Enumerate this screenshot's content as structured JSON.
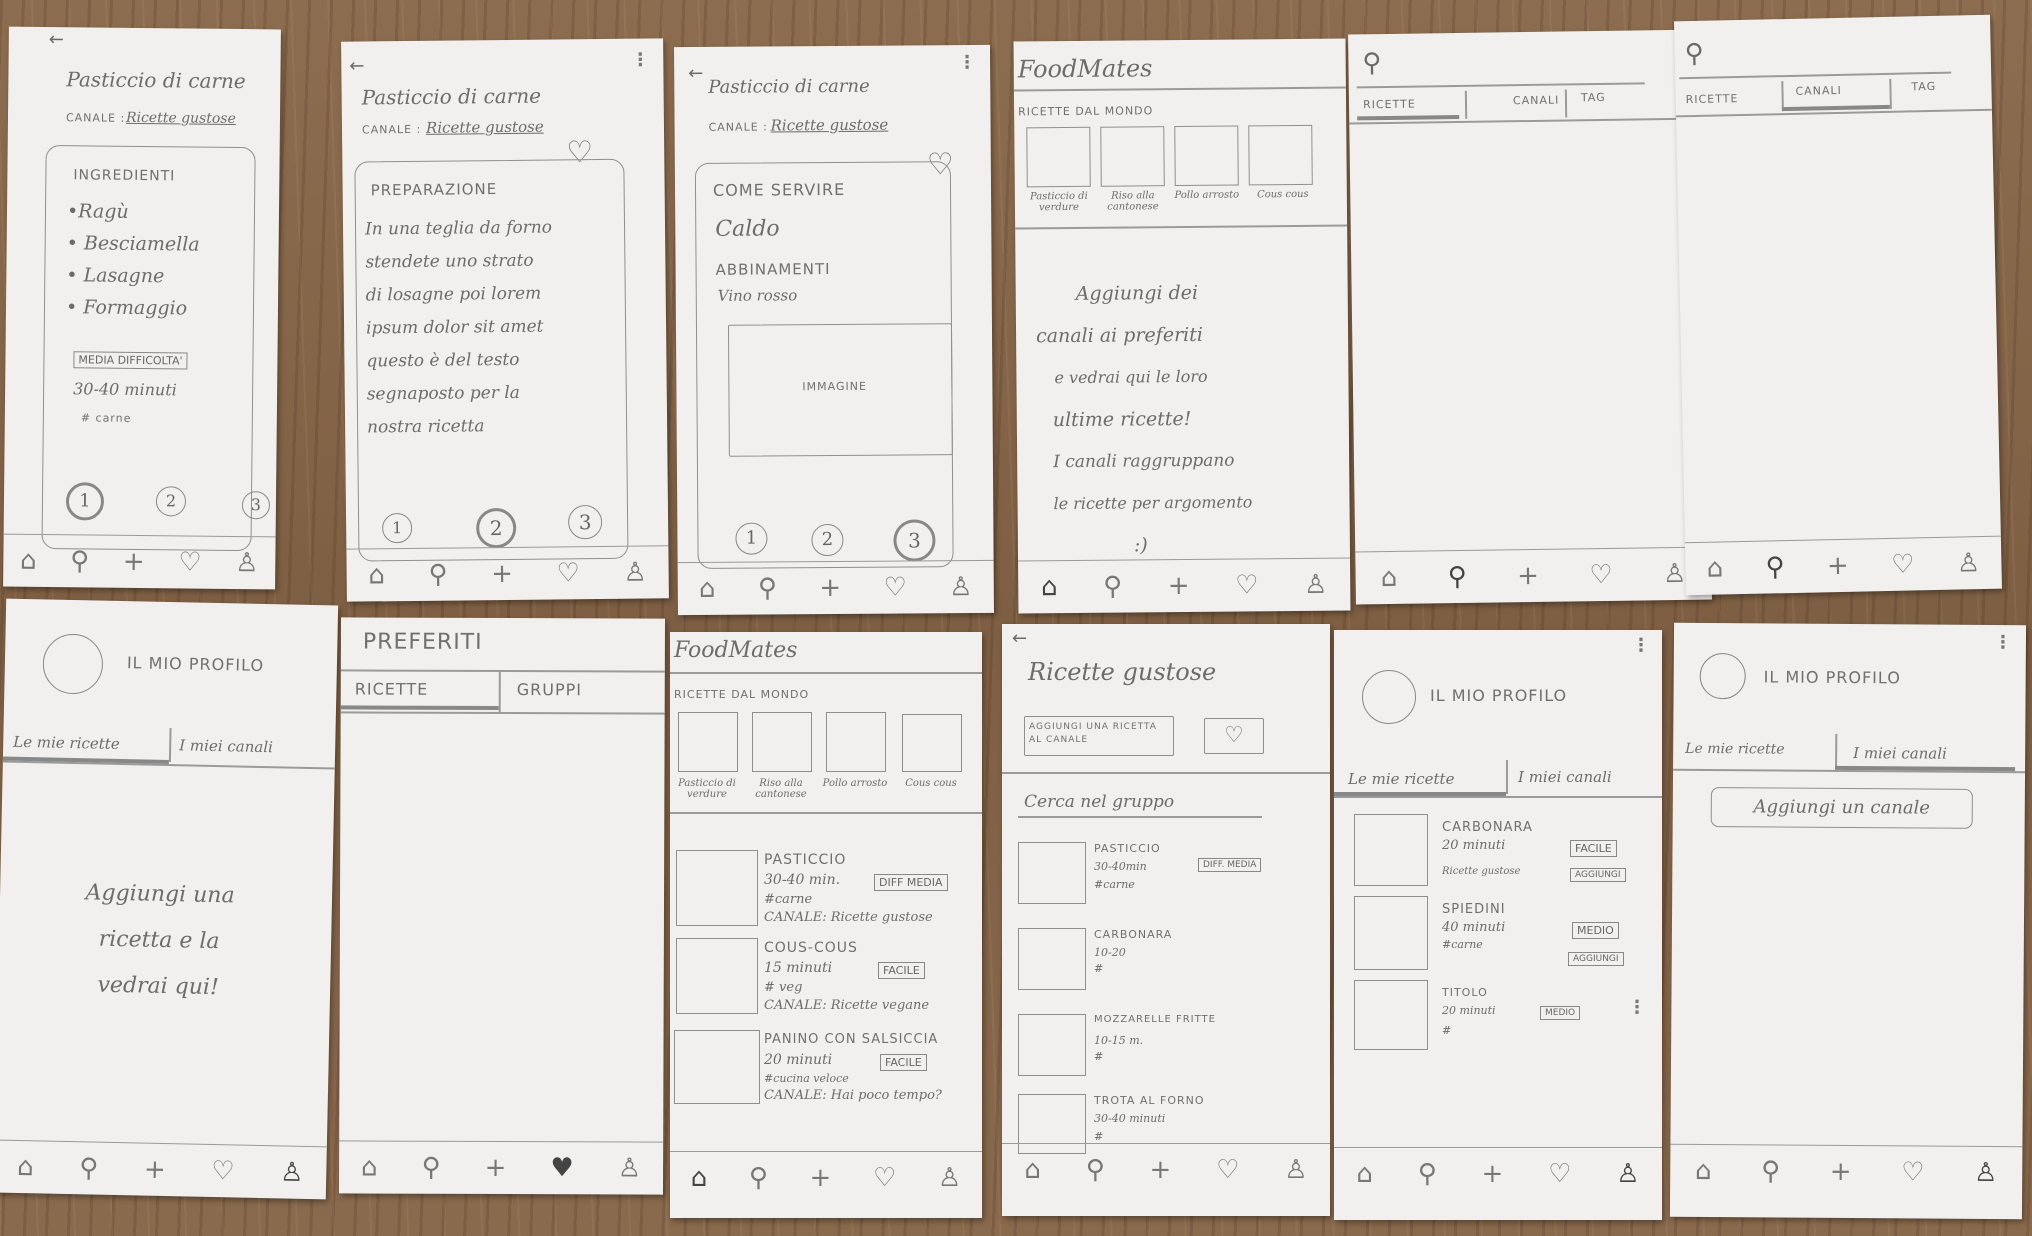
{
  "s1": {
    "title": "Pasticcio di carne",
    "canale_label": "CANALE :",
    "canale_value": "Ricette gustose",
    "section": "INGREDIENTI",
    "items": [
      "•Ragù",
      "• Besciamella",
      "• Lasagne",
      "• Formaggio"
    ],
    "difficulty": "MEDIA DIFFICOLTA'",
    "time": "30-40 minuti",
    "hashtag": "# carne",
    "pages": [
      "1",
      "2",
      "3"
    ]
  },
  "s2": {
    "title": "Pasticcio di carne",
    "canale_label": "CANALE :",
    "canale_value": "Ricette gustose",
    "section": "PREPARAZIONE",
    "text_lines": [
      "In una teglia da forno",
      "stendete uno strato",
      "di losagne poi lorem",
      "ipsum dolor sit amet",
      "questo è del testo",
      "segnaposto per la",
      "nostra ricetta"
    ],
    "pages": [
      "1",
      "2",
      "3"
    ]
  },
  "s3": {
    "title": "Pasticcio di carne",
    "canale_label": "CANALE :",
    "canale_value": "Ricette gustose",
    "section": "COME SERVIRE",
    "serve": "Caldo",
    "pairing_title": "ABBINAMENTI",
    "pairing": "Vino rosso",
    "image_label": "IMMAGINE",
    "pages": [
      "1",
      "2",
      "3"
    ]
  },
  "s4": {
    "logo": "FoodMates",
    "section": "RICETTE DAL MONDO",
    "thumbs": [
      "Pasticcio di verdure",
      "Riso alla cantonese",
      "Pollo arrosto",
      "Cous cous"
    ],
    "empty_lines": [
      "Aggiungi dei",
      "canali ai preferiti",
      "e vedrai qui le loro",
      "ultime ricette!",
      "I canali raggruppano",
      "le ricette per argomento",
      ":)"
    ]
  },
  "s5": {
    "tabs": [
      "RICETTE",
      "CANALI",
      "TAG"
    ]
  },
  "s6": {
    "tabs": [
      "RICETTE",
      "CANALI",
      "TAG"
    ]
  },
  "s7": {
    "title": "IL MIO PROFILO",
    "tabs": [
      "Le mie ricette",
      "I miei canali"
    ],
    "empty_lines": [
      "Aggiungi una",
      "ricetta e la",
      "vedrai qui!"
    ]
  },
  "s8": {
    "title": "PREFERITI",
    "tabs": [
      "RICETTE",
      "GRUPPI"
    ]
  },
  "s9": {
    "logo": "FoodMates",
    "section": "RICETTE DAL MONDO",
    "thumbs": [
      "Pasticcio di verdure",
      "Riso alla cantonese",
      "Pollo arrosto",
      "Cous cous"
    ],
    "recipes": [
      {
        "title": "PASTICCIO",
        "time": "30-40 min.",
        "tag": "DIFF MEDIA",
        "hashtag": "#carne",
        "canale": "CANALE: Ricette gustose"
      },
      {
        "title": "COUS-COUS",
        "time": "15 minuti",
        "tag": "FACILE",
        "hashtag": "# veg",
        "canale": "CANALE: Ricette vegane"
      },
      {
        "title": "PANINO CON SALSICCIA",
        "time": "20 minuti",
        "tag": "FACILE",
        "hashtag": "#cucina veloce",
        "canale": "CANALE: Hai poco tempo?"
      }
    ]
  },
  "s10": {
    "title": "Ricette gustose",
    "add_button": "AGGIUNGI UNA RICETTA AL CANALE",
    "search_placeholder": "Cerca nel gruppo",
    "recipes": [
      {
        "title": "PASTICCIO",
        "time": "30-40min",
        "tag": "DIFF. MEDIA",
        "hashtag": "#carne"
      },
      {
        "title": "CARBONARA",
        "time": "10-20",
        "hashtag": "#"
      },
      {
        "title": "MOZZARELLE FRITTE",
        "time": "10-15 m.",
        "hashtag": "#"
      },
      {
        "title": "TROTA AL FORNO",
        "time": "30-40 minuti",
        "hashtag": "#"
      }
    ]
  },
  "s11": {
    "title": "IL MIO PROFILO",
    "tabs": [
      "Le mie ricette",
      "I miei canali"
    ],
    "recipes": [
      {
        "title": "CARBONARA",
        "time": "20 minuti",
        "tag": "FACILE",
        "sub": "Ricette gustose",
        "action": "AGGIUNGI"
      },
      {
        "title": "SPIEDINI",
        "time": "40 minuti",
        "tag": "MEDIO",
        "sub": "#carne",
        "action": "AGGIUNGI"
      },
      {
        "title": "TITOLO",
        "time": "20 minuti",
        "tag": "MEDIO",
        "sub": "#"
      }
    ]
  },
  "s12": {
    "title": "IL MIO PROFILO",
    "tabs": [
      "Le mie ricette",
      "I miei canali"
    ],
    "add_button": "Aggiungi un canale"
  },
  "icons": {
    "back": "←",
    "home": "⌂",
    "search": "⚲",
    "add": "+",
    "heart": "♡",
    "heart_filled": "♥",
    "profile": "♙",
    "menu": "⋮"
  }
}
